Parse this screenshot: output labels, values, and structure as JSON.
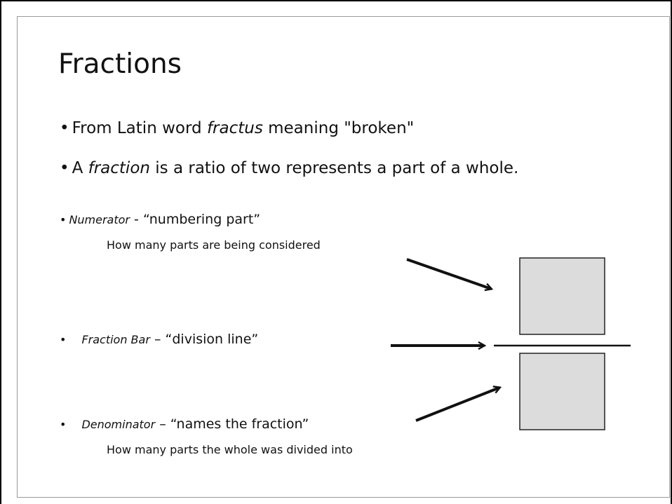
{
  "title": "Fractions",
  "bullet_symbol": "•",
  "intro": [
    {
      "before": "From Latin word ",
      "emph": "fractus",
      "after": " meaning \"broken\""
    },
    {
      "before": "A ",
      "emph": "fraction",
      "after": " is a ratio of two represents a part of a whole."
    }
  ],
  "terms": {
    "numerator": {
      "term": "Numerator",
      "separator": " - ",
      "meaning": "“numbering part”",
      "detail": "How many parts are being considered"
    },
    "fraction_bar": {
      "term": "Fraction Bar",
      "separator": " – ",
      "meaning": "“division line”"
    },
    "denominator": {
      "term": "Denominator",
      "separator": " – ",
      "meaning": "“names the fraction”",
      "detail": "How many parts the whole was divided into"
    }
  },
  "colors": {
    "box_fill": "#dcdcdc",
    "ink": "#111111"
  }
}
